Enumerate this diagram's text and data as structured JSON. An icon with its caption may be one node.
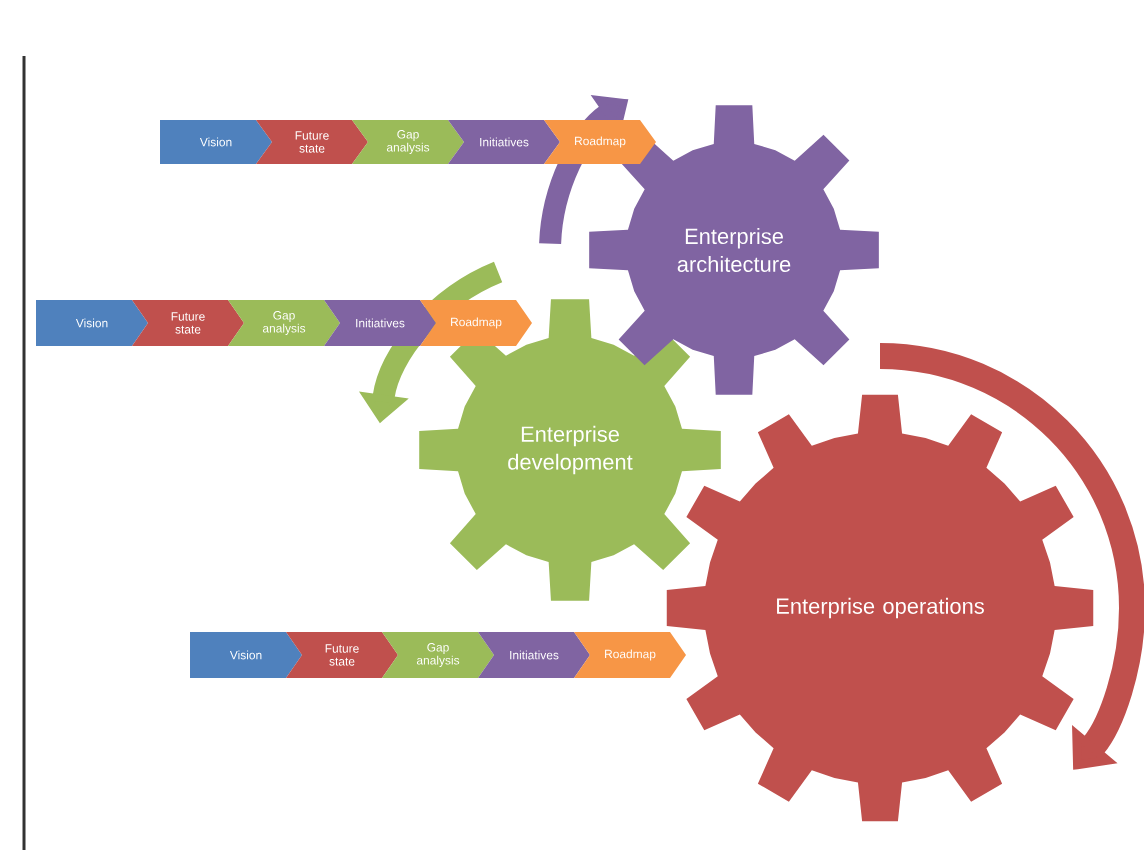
{
  "diagram": {
    "nodes": [
      {
        "text": [
          "Vision"
        ]
      },
      {
        "text": [
          "Future state"
        ]
      },
      {
        "text": [
          "Gap analysis"
        ]
      },
      {
        "text": [
          "Initiatives"
        ]
      },
      {
        "text": [
          "Roadmap"
        ]
      },
      {
        "text": [
          "Enterprise architecture"
        ]
      },
      {
        "text": [
          "Vision"
        ]
      },
      {
        "text": [
          "Future state"
        ]
      },
      {
        "text": [
          "Gap analysis"
        ]
      },
      {
        "text": [
          "Initiatives"
        ]
      },
      {
        "text": [
          "Roadmap"
        ]
      },
      {
        "text": [
          "Enterprise development"
        ]
      },
      {
        "text": [
          "Vision"
        ]
      },
      {
        "text": [
          "Future state"
        ]
      },
      {
        "text": [
          "Gap analysis"
        ]
      },
      {
        "text": [
          "Initiatives"
        ]
      },
      {
        "text": [
          "Roadmap"
        ]
      },
      {
        "text": [
          "Enterprise operations"
        ]
      }
    ]
  }
}
